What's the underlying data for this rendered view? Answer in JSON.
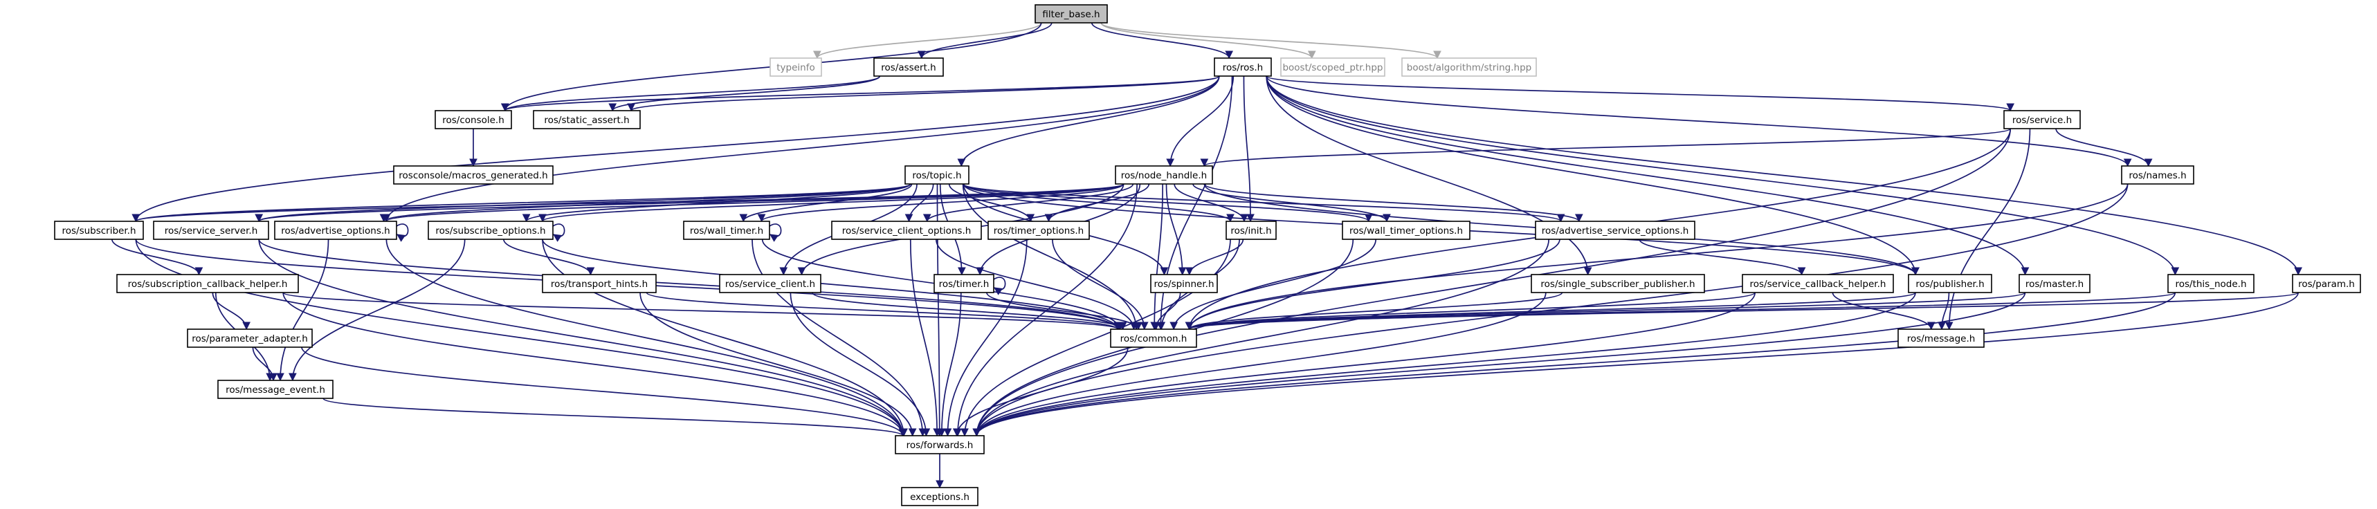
{
  "title": "filter_base.h",
  "colors": {
    "edge": "#191970",
    "edge_external": "#a9a9a9",
    "node_border": "#000000",
    "node_border_external": "#bfbfbf",
    "root_fill": "#bfbfbf",
    "node_fill": "#ffffff",
    "text": "#000000",
    "text_external": "#7f7f7f"
  },
  "nodes": [
    {
      "id": "filter_base",
      "label": "filter_base.h",
      "kind": "root"
    },
    {
      "id": "typeinfo",
      "label": "typeinfo",
      "kind": "external"
    },
    {
      "id": "assert",
      "label": "ros/assert.h",
      "kind": "file"
    },
    {
      "id": "ros_h",
      "label": "ros/ros.h",
      "kind": "file"
    },
    {
      "id": "scoped_ptr",
      "label": "boost/scoped_ptr.hpp",
      "kind": "external"
    },
    {
      "id": "boost_string",
      "label": "boost/algorithm/string.hpp",
      "kind": "external"
    },
    {
      "id": "console",
      "label": "ros/console.h",
      "kind": "file"
    },
    {
      "id": "static_assert",
      "label": "ros/static_assert.h",
      "kind": "file"
    },
    {
      "id": "service",
      "label": "ros/service.h",
      "kind": "file"
    },
    {
      "id": "rosconsole_macros",
      "label": "rosconsole/macros_generated.h",
      "kind": "file"
    },
    {
      "id": "topic",
      "label": "ros/topic.h",
      "kind": "file"
    },
    {
      "id": "node_handle",
      "label": "ros/node_handle.h",
      "kind": "file"
    },
    {
      "id": "names",
      "label": "ros/names.h",
      "kind": "file"
    },
    {
      "id": "subscriber",
      "label": "ros/subscriber.h",
      "kind": "file"
    },
    {
      "id": "service_server",
      "label": "ros/service_server.h",
      "kind": "file"
    },
    {
      "id": "advertise_options",
      "label": "ros/advertise_options.h",
      "kind": "file"
    },
    {
      "id": "subscribe_options",
      "label": "ros/subscribe_options.h",
      "kind": "file"
    },
    {
      "id": "wall_timer",
      "label": "ros/wall_timer.h",
      "kind": "file"
    },
    {
      "id": "service_client_options",
      "label": "ros/service_client_options.h",
      "kind": "file"
    },
    {
      "id": "timer_options",
      "label": "ros/timer_options.h",
      "kind": "file"
    },
    {
      "id": "init",
      "label": "ros/init.h",
      "kind": "file"
    },
    {
      "id": "wall_timer_options",
      "label": "ros/wall_timer_options.h",
      "kind": "file"
    },
    {
      "id": "advertise_service_options",
      "label": "ros/advertise_service_options.h",
      "kind": "file"
    },
    {
      "id": "subscription_callback_helper",
      "label": "ros/subscription_callback_helper.h",
      "kind": "file"
    },
    {
      "id": "transport_hints",
      "label": "ros/transport_hints.h",
      "kind": "file"
    },
    {
      "id": "service_client",
      "label": "ros/service_client.h",
      "kind": "file"
    },
    {
      "id": "timer",
      "label": "ros/timer.h",
      "kind": "file"
    },
    {
      "id": "spinner",
      "label": "ros/spinner.h",
      "kind": "file"
    },
    {
      "id": "single_subscriber_publisher",
      "label": "ros/single_subscriber_publisher.h",
      "kind": "file"
    },
    {
      "id": "service_callback_helper",
      "label": "ros/service_callback_helper.h",
      "kind": "file"
    },
    {
      "id": "publisher",
      "label": "ros/publisher.h",
      "kind": "file"
    },
    {
      "id": "master",
      "label": "ros/master.h",
      "kind": "file"
    },
    {
      "id": "this_node",
      "label": "ros/this_node.h",
      "kind": "file"
    },
    {
      "id": "param",
      "label": "ros/param.h",
      "kind": "file"
    },
    {
      "id": "parameter_adapter",
      "label": "ros/parameter_adapter.h",
      "kind": "file"
    },
    {
      "id": "common",
      "label": "ros/common.h",
      "kind": "file"
    },
    {
      "id": "message",
      "label": "ros/message.h",
      "kind": "file"
    },
    {
      "id": "message_event",
      "label": "ros/message_event.h",
      "kind": "file"
    },
    {
      "id": "forwards",
      "label": "ros/forwards.h",
      "kind": "file"
    },
    {
      "id": "exceptions",
      "label": "exceptions.h",
      "kind": "file"
    }
  ],
  "edges": [
    [
      "filter_base",
      "typeinfo"
    ],
    [
      "filter_base",
      "assert"
    ],
    [
      "filter_base",
      "ros_h"
    ],
    [
      "filter_base",
      "scoped_ptr"
    ],
    [
      "filter_base",
      "boost_string"
    ],
    [
      "filter_base",
      "console"
    ],
    [
      "assert",
      "console"
    ],
    [
      "assert",
      "static_assert"
    ],
    [
      "ros_h",
      "console"
    ],
    [
      "ros_h",
      "static_assert"
    ],
    [
      "ros_h",
      "topic"
    ],
    [
      "ros_h",
      "node_handle"
    ],
    [
      "ros_h",
      "service"
    ],
    [
      "ros_h",
      "names"
    ],
    [
      "ros_h",
      "init"
    ],
    [
      "ros_h",
      "common"
    ],
    [
      "ros_h",
      "subscriber"
    ],
    [
      "ros_h",
      "advertise_options"
    ],
    [
      "ros_h",
      "single_subscriber_publisher"
    ],
    [
      "ros_h",
      "publisher"
    ],
    [
      "ros_h",
      "master"
    ],
    [
      "ros_h",
      "this_node"
    ],
    [
      "ros_h",
      "param"
    ],
    [
      "console",
      "rosconsole_macros"
    ],
    [
      "service",
      "node_handle"
    ],
    [
      "service",
      "names"
    ],
    [
      "service",
      "common"
    ],
    [
      "service",
      "forwards"
    ],
    [
      "service",
      "message"
    ],
    [
      "topic",
      "subscriber"
    ],
    [
      "topic",
      "service_server"
    ],
    [
      "topic",
      "advertise_options"
    ],
    [
      "topic",
      "subscribe_options"
    ],
    [
      "topic",
      "wall_timer"
    ],
    [
      "topic",
      "service_client_options"
    ],
    [
      "topic",
      "timer_options"
    ],
    [
      "topic",
      "init"
    ],
    [
      "topic",
      "wall_timer_options"
    ],
    [
      "topic",
      "advertise_service_options"
    ],
    [
      "topic",
      "common"
    ],
    [
      "topic",
      "forwards"
    ],
    [
      "topic",
      "timer"
    ],
    [
      "topic",
      "spinner"
    ],
    [
      "topic",
      "service_client"
    ],
    [
      "topic",
      "publisher"
    ],
    [
      "node_handle",
      "subscriber"
    ],
    [
      "node_handle",
      "service_server"
    ],
    [
      "node_handle",
      "advertise_options"
    ],
    [
      "node_handle",
      "subscribe_options"
    ],
    [
      "node_handle",
      "wall_timer"
    ],
    [
      "node_handle",
      "service_client_options"
    ],
    [
      "node_handle",
      "timer_options"
    ],
    [
      "node_handle",
      "init"
    ],
    [
      "node_handle",
      "wall_timer_options"
    ],
    [
      "node_handle",
      "advertise_service_options"
    ],
    [
      "node_handle",
      "service_client"
    ],
    [
      "node_handle",
      "timer"
    ],
    [
      "node_handle",
      "spinner"
    ],
    [
      "node_handle",
      "publisher"
    ],
    [
      "node_handle",
      "common"
    ],
    [
      "node_handle",
      "forwards"
    ],
    [
      "names",
      "forwards"
    ],
    [
      "names",
      "common"
    ],
    [
      "subscriber",
      "subscription_callback_helper"
    ],
    [
      "subscriber",
      "forwards"
    ],
    [
      "subscriber",
      "common"
    ],
    [
      "service_server",
      "forwards"
    ],
    [
      "service_server",
      "common"
    ],
    [
      "advertise_options",
      "advertise_options"
    ],
    [
      "advertise_options",
      "forwards"
    ],
    [
      "advertise_options",
      "message_event"
    ],
    [
      "subscribe_options",
      "subscribe_options"
    ],
    [
      "subscribe_options",
      "transport_hints"
    ],
    [
      "subscribe_options",
      "forwards"
    ],
    [
      "subscribe_options",
      "common"
    ],
    [
      "subscribe_options",
      "message_event"
    ],
    [
      "wall_timer",
      "wall_timer"
    ],
    [
      "wall_timer",
      "forwards"
    ],
    [
      "wall_timer",
      "common"
    ],
    [
      "service_client_options",
      "forwards"
    ],
    [
      "service_client_options",
      "common"
    ],
    [
      "timer_options",
      "forwards"
    ],
    [
      "timer_options",
      "common"
    ],
    [
      "init",
      "forwards"
    ],
    [
      "init",
      "spinner"
    ],
    [
      "init",
      "common"
    ],
    [
      "wall_timer_options",
      "forwards"
    ],
    [
      "wall_timer_options",
      "common"
    ],
    [
      "advertise_service_options",
      "service_callback_helper"
    ],
    [
      "advertise_service_options",
      "forwards"
    ],
    [
      "advertise_service_options",
      "common"
    ],
    [
      "subscription_callback_helper",
      "parameter_adapter"
    ],
    [
      "subscription_callback_helper",
      "message_event"
    ],
    [
      "subscription_callback_helper",
      "forwards"
    ],
    [
      "subscription_callback_helper",
      "common"
    ],
    [
      "transport_hints",
      "common"
    ],
    [
      "transport_hints",
      "forwards"
    ],
    [
      "service_client",
      "common"
    ],
    [
      "service_client",
      "forwards"
    ],
    [
      "timer",
      "timer"
    ],
    [
      "timer",
      "forwards"
    ],
    [
      "timer",
      "common"
    ],
    [
      "spinner",
      "common"
    ],
    [
      "single_subscriber_publisher",
      "common"
    ],
    [
      "single_subscriber_publisher",
      "forwards"
    ],
    [
      "service_callback_helper",
      "common"
    ],
    [
      "service_callback_helper",
      "message"
    ],
    [
      "service_callback_helper",
      "forwards"
    ],
    [
      "publisher",
      "message"
    ],
    [
      "publisher",
      "common"
    ],
    [
      "publisher",
      "forwards"
    ],
    [
      "master",
      "common"
    ],
    [
      "master",
      "forwards"
    ],
    [
      "this_node",
      "common"
    ],
    [
      "this_node",
      "forwards"
    ],
    [
      "param",
      "common"
    ],
    [
      "param",
      "forwards"
    ],
    [
      "parameter_adapter",
      "message_event"
    ],
    [
      "parameter_adapter",
      "forwards"
    ],
    [
      "message_event",
      "forwards"
    ],
    [
      "common",
      "forwards"
    ],
    [
      "forwards",
      "exceptions"
    ]
  ]
}
